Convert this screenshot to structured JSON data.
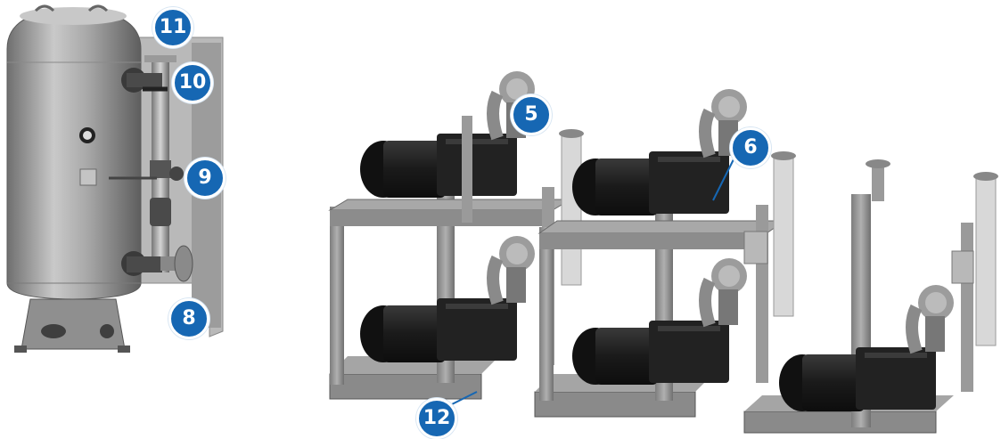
{
  "colors": {
    "callout_fill": "#1667b3",
    "callout_text": "#ffffff",
    "tank_gray": "#9a9a9a",
    "frame_gray": "#8e8e8e",
    "motor_black": "#1e1e1e"
  },
  "callouts": [
    {
      "id": "callout-11",
      "label": "11"
    },
    {
      "id": "callout-10",
      "label": "10"
    },
    {
      "id": "callout-9",
      "label": "9"
    },
    {
      "id": "callout-8",
      "label": "8"
    },
    {
      "id": "callout-5",
      "label": "5"
    },
    {
      "id": "callout-6",
      "label": "6"
    },
    {
      "id": "callout-12",
      "label": "12"
    }
  ],
  "components": {
    "receiver_tank": "vertical-receiver-tank",
    "pump_stands": [
      "two-pump-stand-left",
      "two-pump-stand-middle",
      "single-pump-stand-right"
    ]
  }
}
